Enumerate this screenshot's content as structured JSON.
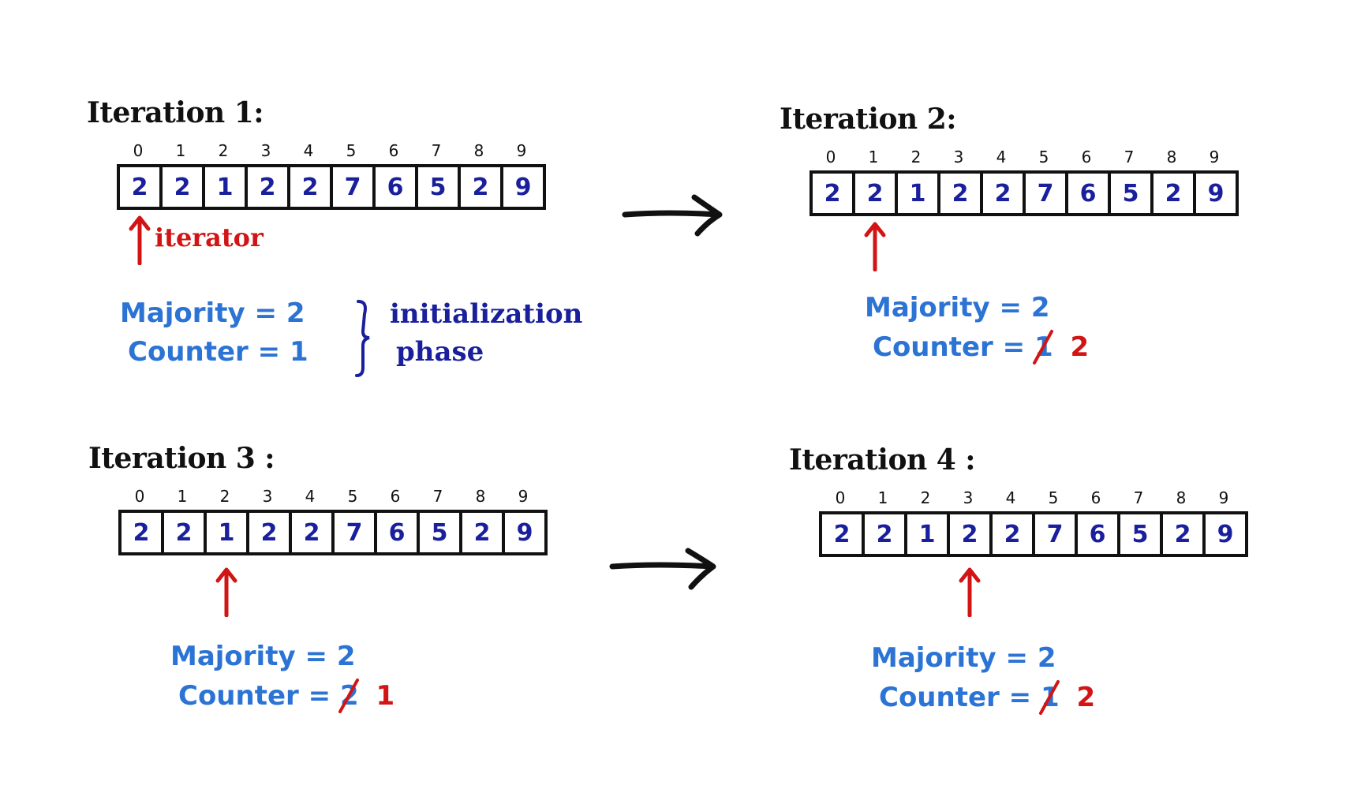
{
  "array": {
    "indices": [
      "0",
      "1",
      "2",
      "3",
      "4",
      "5",
      "6",
      "7",
      "8",
      "9"
    ],
    "values": [
      "2",
      "2",
      "1",
      "2",
      "2",
      "7",
      "6",
      "5",
      "2",
      "9"
    ]
  },
  "labels": {
    "majority": "Majority",
    "counter": "Counter",
    "equals": "=",
    "iterator": "iterator"
  },
  "note": {
    "line1": "initialization",
    "line2": "phase"
  },
  "iterations": [
    {
      "title": "Iteration 1:",
      "pointer_index": 0,
      "majority": "2",
      "counter_old": "",
      "counter_new": "1"
    },
    {
      "title": "Iteration 2:",
      "pointer_index": 1,
      "majority": "2",
      "counter_old": "1",
      "counter_new": "2"
    },
    {
      "title": "Iteration 3 :",
      "pointer_index": 2,
      "majority": "2",
      "counter_old": "2",
      "counter_new": "1"
    },
    {
      "title": "Iteration 4 :",
      "pointer_index": 3,
      "majority": "2",
      "counter_old": "1",
      "counter_new": "2"
    }
  ],
  "colors": {
    "ink": "#111111",
    "array_digits": "#1a1f9c",
    "stats": "#2b73d4",
    "highlight": "#d21414"
  }
}
